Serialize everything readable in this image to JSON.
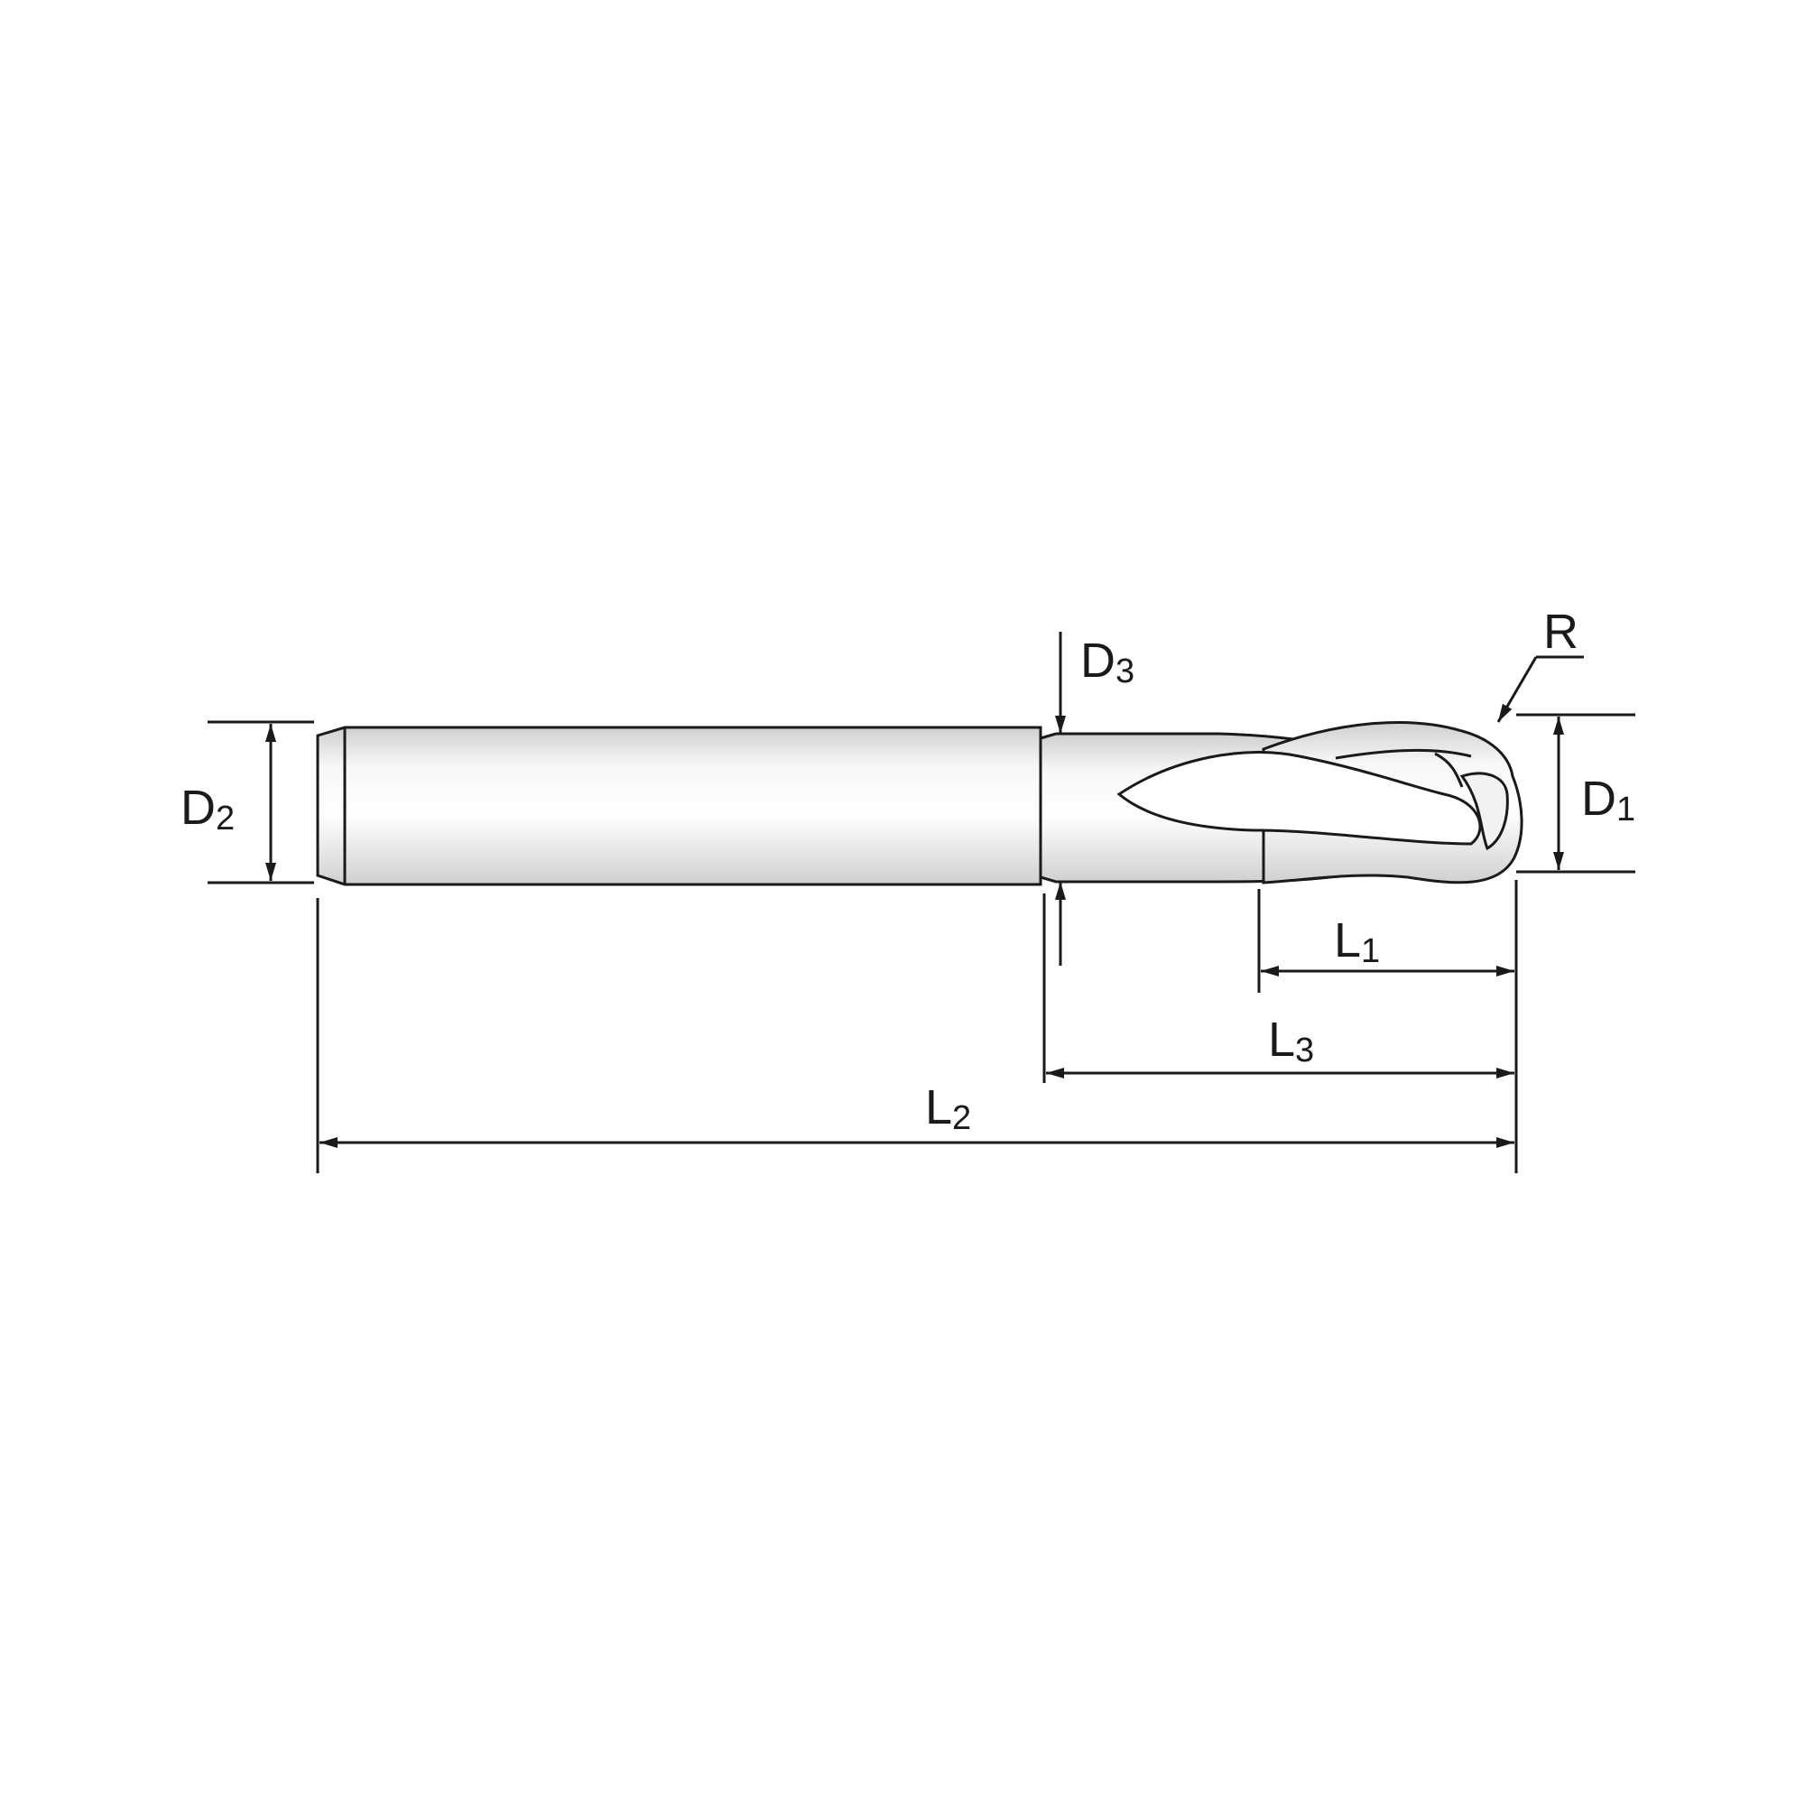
{
  "labels": {
    "d1": {
      "main": "D",
      "sub": "1"
    },
    "d2": {
      "main": "D",
      "sub": "2"
    },
    "d3": {
      "main": "D",
      "sub": "3"
    },
    "l1": {
      "main": "L",
      "sub": "1"
    },
    "l2": {
      "main": "L",
      "sub": "2"
    },
    "l3": {
      "main": "L",
      "sub": "3"
    },
    "r": "R"
  },
  "colors": {
    "line": "#1a1a1a",
    "shank_light": "#f4f4f4",
    "shank_dark": "#d6d6d6"
  }
}
